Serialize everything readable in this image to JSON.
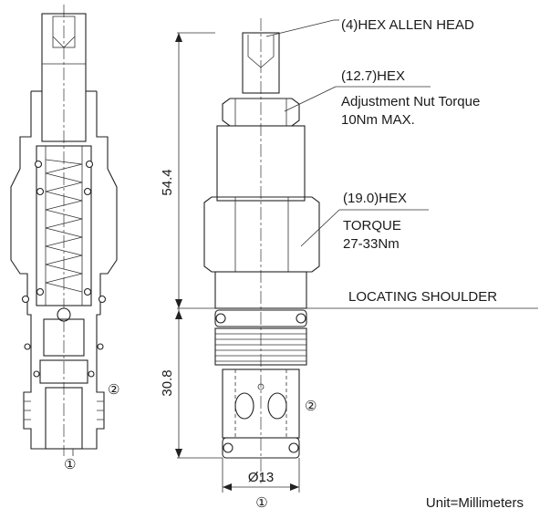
{
  "labels": {
    "hex_allen_head": "(4)HEX ALLEN HEAD",
    "adj_nut_hex": "(12.7)HEX",
    "adj_nut_torque": "Adjustment Nut Torque",
    "adj_nut_max": "10Nm MAX.",
    "body_hex": "(19.0)HEX",
    "body_torque": "TORQUE",
    "body_torque_value": "27-33Nm",
    "locating_shoulder": "LOCATING SHOULDER"
  },
  "dimensions": {
    "upper_length": "54.4",
    "lower_length": "30.8",
    "nose_diameter": "Ø13"
  },
  "ports": {
    "section_port_2": "②",
    "section_port_1": "①",
    "side_port_2": "②",
    "side_port_1": "①"
  },
  "units": "Unit=Millimeters"
}
